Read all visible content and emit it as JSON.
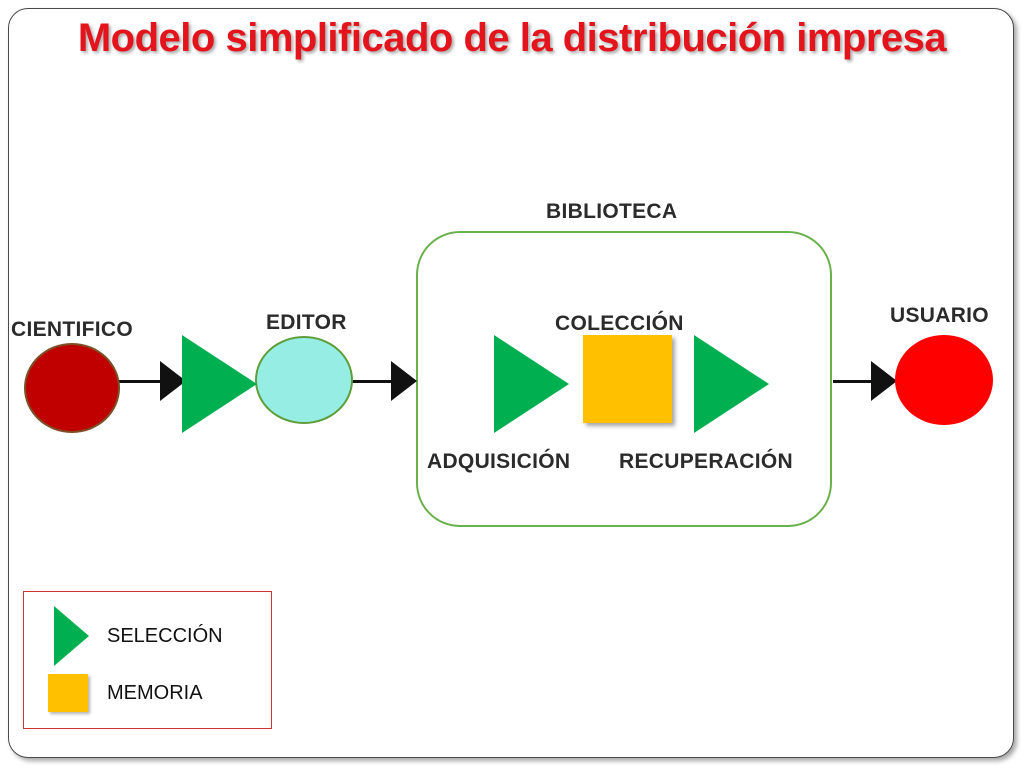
{
  "title": "Modelo simplificado de la distribución impresa",
  "nodes": {
    "cientifico": "CIENTIFICO",
    "editor": "EDITOR",
    "biblioteca": "BIBLIOTECA",
    "coleccion": "COLECCIÓN",
    "usuario": "USUARIO",
    "adquisicion": "ADQUISICIÓN",
    "recuperacion": "RECUPERACIÓN"
  },
  "legend": {
    "seleccion": "SELECCIÓN",
    "memoria": "MEMORIA"
  },
  "colors": {
    "title": "#e3141b",
    "cientifico": "#c00000",
    "editor": "#96ede4",
    "usuario": "#ff0000",
    "seleccion": "#00b050",
    "memoria": "#ffc000",
    "biblioteca_border": "#6ab04c",
    "legend_border": "#d0323a"
  },
  "icons": {
    "seleccion": "green-triangle-icon",
    "memoria": "orange-square-icon",
    "connector": "black-arrow-icon"
  }
}
